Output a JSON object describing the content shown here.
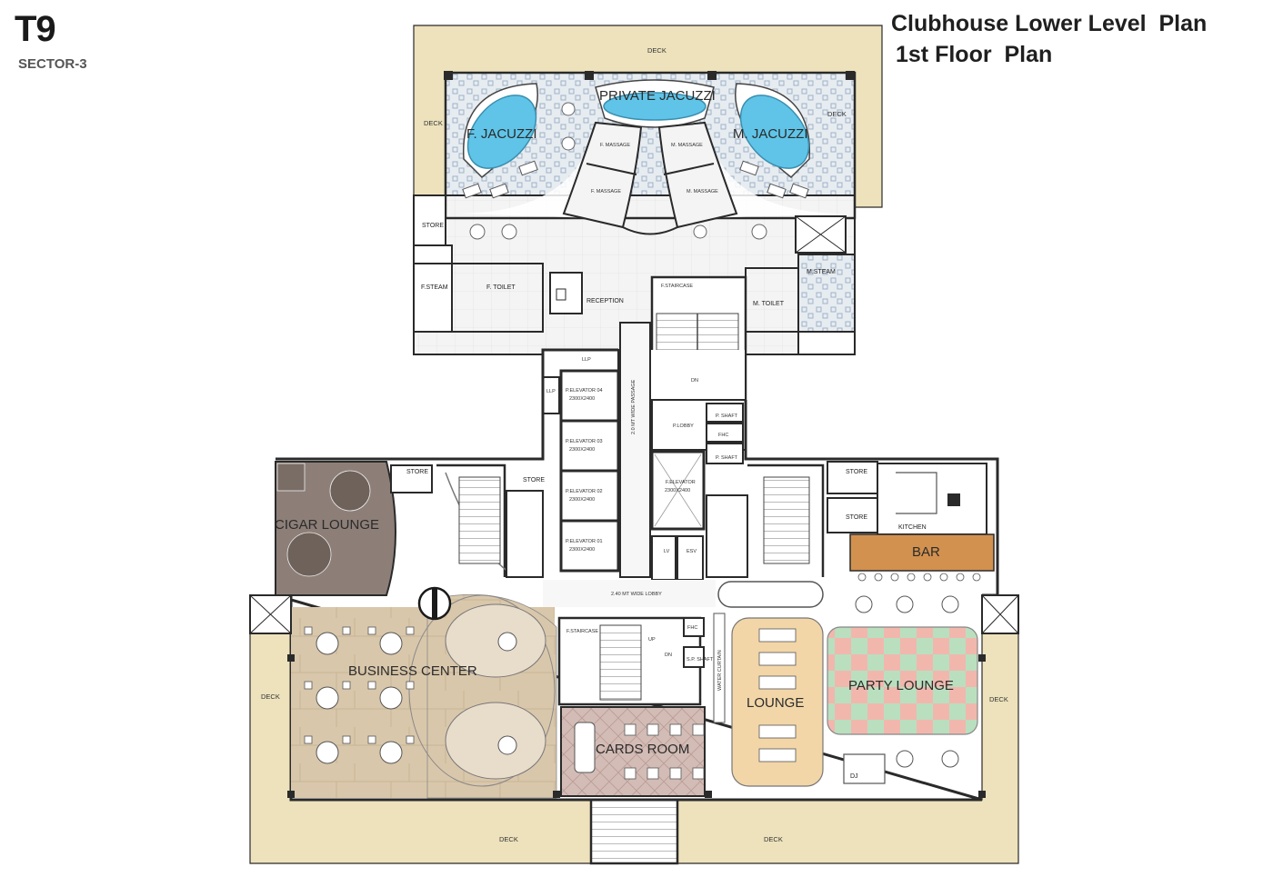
{
  "header": {
    "tower_code": "T9",
    "sector": "SECTOR-3",
    "title": "Clubhouse Lower Level  Plan",
    "subtitle": "1st Floor  Plan"
  },
  "colors": {
    "deck": "#ede2bc",
    "wall": "#2a2a2a",
    "water": "#5fc4e8",
    "wood_floor": "#d9c7ab",
    "cards_floor": "#d3bcb6",
    "cigar_floor": "#8d7f78",
    "party_pink": "#f1b7ad",
    "party_green": "#b9dfbf",
    "lounge_bed": "#f2d6a8",
    "bar_wood": "#d2914e",
    "tile": "#cfd8e2"
  },
  "decks": {
    "top": "DECK",
    "top_left": "DECK",
    "top_right": "DECK",
    "left": "DECK",
    "right": "DECK",
    "bottom_left": "DECK",
    "bottom_right": "DECK"
  },
  "rooms": {
    "private_jacuzzi": "PRIVATE JACUZZI",
    "f_jacuzzi": "F. JACUZZI",
    "m_jacuzzi": "M. JACUZZI",
    "f_massage_1": "F. MASSAGE",
    "f_massage_2": "F. MASSAGE",
    "m_massage_1": "M. MASSAGE",
    "m_massage_2": "M. MASSAGE",
    "store_top_left": "STORE",
    "f_steam": "F.STEAM",
    "f_toilet": "F. TOILET",
    "reception": "RECEPTION",
    "m_steam": "M.STEAM",
    "m_toilet": "M. TOILET",
    "f_staircase_top": "F.STAIRCASE",
    "passage": "2.0 MT WIDE PASSAGE",
    "llp_1": "LLP",
    "llp_2": "LLP",
    "elevator_04": "P.ELEVATOR 04",
    "elevator_03": "P.ELEVATOR 03",
    "elevator_02": "P.ELEVATOR 02",
    "elevator_01": "P.ELEVATOR 01",
    "elevator_size": "2300X2400",
    "p_lobby": "P.LOBBY",
    "p_shaft_1": "P. SHAFT",
    "fhc_1": "FHC",
    "p_shaft_2": "P. SHAFT",
    "f_elevator": "F.ELEVATOR",
    "dn_top": "DN",
    "store_mid_left_1": "STORE",
    "store_mid_left_2": "STORE",
    "store_mid_right_1": "STORE",
    "store_mid_right_2": "STORE",
    "kitchen": "KITCHEN",
    "bar": "BAR",
    "cigar_lounge": "CIGAR LOUNGE",
    "lv": "LV",
    "esv": "ESV",
    "lobby_240": "2.40 MT WIDE LOBBY",
    "business_center": "BUSINESS CENTER",
    "f_staircase_bottom": "F.STAIRCASE",
    "up": "UP",
    "dn_bottom": "DN",
    "fhc_2": "FHC",
    "sp_shaft": "S.P. SHAFT",
    "water_curtain": "WATER CURTAIN",
    "lounge": "LOUNGE",
    "party_lounge": "PARTY LOUNGE",
    "cards_room": "CARDS ROOM",
    "dj": "DJ"
  }
}
